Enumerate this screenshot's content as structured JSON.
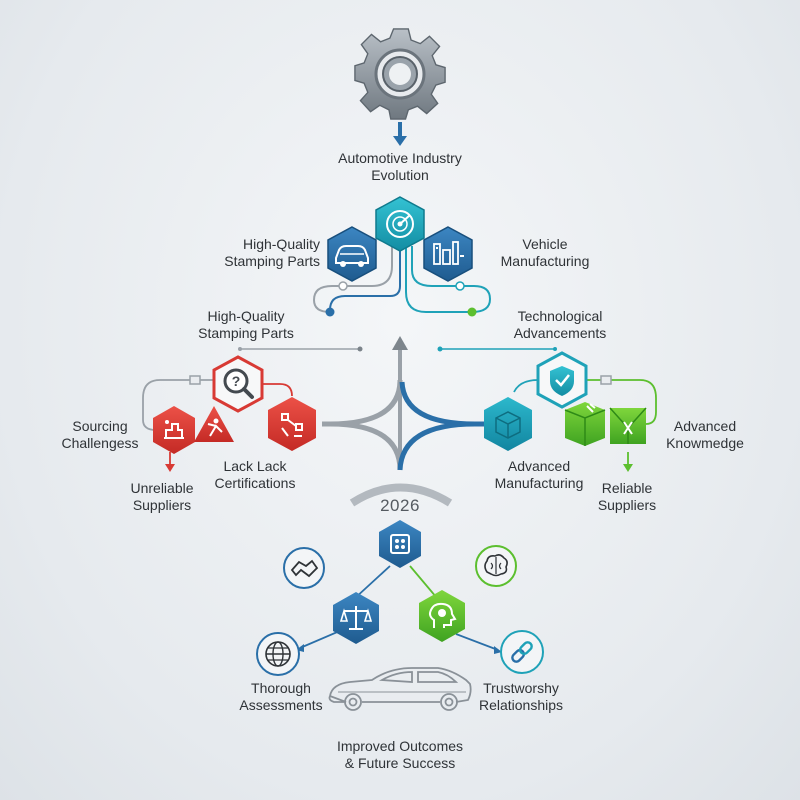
{
  "top": {
    "title_line1": "Automotive Industry",
    "title_line2": "Evolution"
  },
  "branch_top": {
    "left_label_line1": "High-Quality",
    "left_label_line2": "Stamping Parts",
    "right_label_line1": "Vehicle",
    "right_label_line2": "Manufacturing"
  },
  "middle": {
    "left_heading_line1": "High-Quality",
    "left_heading_line2": "Stamping Parts",
    "right_heading_line1": "Technological",
    "right_heading_line2": "Advancements"
  },
  "left_cluster": {
    "sourcing_line1": "Sourcing",
    "sourcing_line2": "Challengess",
    "unreliable_line1": "Unreliable",
    "unreliable_line2": "Suppliers",
    "certs_line1": "Lack Lack",
    "certs_line2": "Certifications"
  },
  "right_cluster": {
    "knowledge_line1": "Advanced",
    "knowledge_line2": "Knowmedge",
    "manufacturing_line1": "Advanced",
    "manufacturing_line2": "Manufacturing",
    "reliable_line1": "Reliable",
    "reliable_line2": "Suppliers"
  },
  "bottom": {
    "year": "2026",
    "thorough_line1": "Thorough",
    "thorough_line2": "Assessments",
    "trust_line1": "Trustworshy",
    "trust_line2": "Relationships",
    "outcome_line1": "Improved Outcomes",
    "outcome_line2": "& Future Success"
  },
  "icons": {
    "gear": "gear-icon",
    "radar": "radar-icon",
    "car": "car-icon",
    "factory": "factory-icon",
    "magnifier": "magnifier-question-icon",
    "sourcing": "sourcing-icon",
    "fall": "warning-fall-icon",
    "broken_chain": "broken-chain-icon",
    "shield": "shield-check-icon",
    "cube": "cube-icon",
    "green_cube_a": "green-cube-icon",
    "green_cube_b": "green-cube-icon",
    "handshake": "handshake-icon",
    "brain": "brain-icon",
    "chip": "chip-icon",
    "scales": "scales-icon",
    "head": "head-idea-icon",
    "globe": "globe-icon",
    "chain": "chain-link-icon",
    "sedan": "sedan-icon"
  },
  "colors": {
    "teal": "#1fa2b8",
    "blue": "#2a6fa8",
    "red": "#d83a34",
    "green": "#5cbf2f",
    "gray": "#8e959c"
  }
}
